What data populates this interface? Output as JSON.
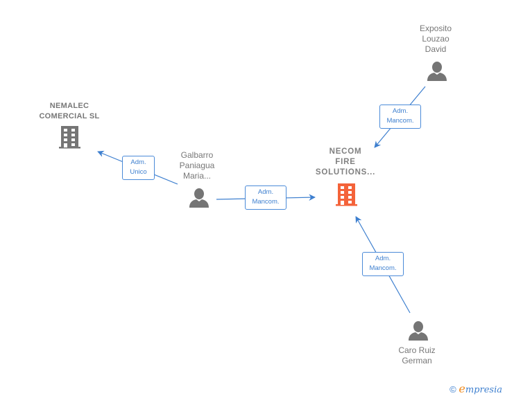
{
  "nodes": {
    "nemalec": {
      "type": "company",
      "label_lines": [
        "NEMALEC",
        "COMERCIAL SL"
      ],
      "color": "#757575"
    },
    "necom": {
      "type": "company",
      "focus": true,
      "label_lines": [
        "NECOM",
        "FIRE",
        "SOLUTIONS..."
      ],
      "color": "#f4633a"
    },
    "galbarro": {
      "type": "person",
      "label_lines": [
        "Galbarro",
        "Paniagua",
        "Maria..."
      ],
      "color": "#757575"
    },
    "exposito": {
      "type": "person",
      "label_lines": [
        "Exposito",
        "Louzao",
        "David"
      ],
      "color": "#757575"
    },
    "caro": {
      "type": "person",
      "label_lines": [
        "Caro Ruiz",
        "German"
      ],
      "color": "#757575"
    }
  },
  "edges": [
    {
      "from": "galbarro",
      "to": "nemalec",
      "label_lines": [
        "Adm.",
        "Unico"
      ]
    },
    {
      "from": "galbarro",
      "to": "necom",
      "label_lines": [
        "Adm.",
        "Mancom."
      ]
    },
    {
      "from": "exposito",
      "to": "necom",
      "label_lines": [
        "Adm.",
        "Mancom."
      ]
    },
    {
      "from": "caro",
      "to": "necom",
      "label_lines": [
        "Adm.",
        "Mancom."
      ]
    }
  ],
  "colors": {
    "edge": "#3d7fcf",
    "text": "#777777",
    "person_icon": "#757575",
    "company_icon": "#757575",
    "focus_icon": "#f4633a"
  },
  "footer": {
    "copyright_symbol": "©",
    "brand_initial": "e",
    "brand_rest": "mpresia"
  }
}
